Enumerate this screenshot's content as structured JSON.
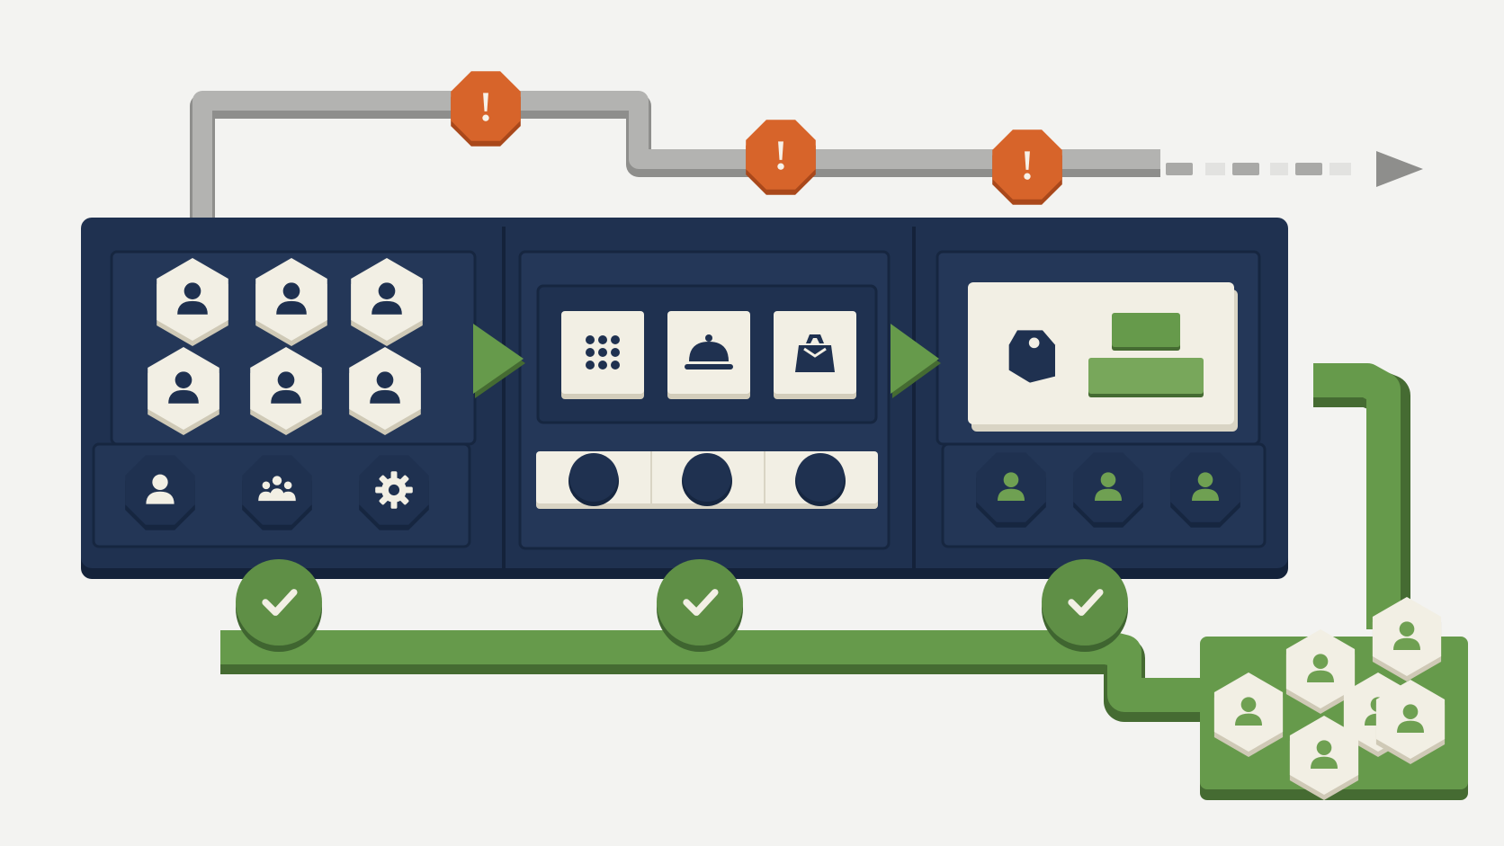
{
  "colors": {
    "background": "#f3f3f1",
    "navy": "#1f3150",
    "navy_dark": "#162640",
    "navy_light": "#2a3d5e",
    "cream": "#f2efe4",
    "green": "#5f8f46",
    "green_dark": "#456b32",
    "orange": "#d7642a",
    "gray_path": "#a9a9a7"
  },
  "stages": [
    {
      "id": "audience",
      "upper_tiles": [
        "person-icon",
        "person-icon",
        "person-icon",
        "person-icon",
        "person-icon",
        "person-icon"
      ],
      "lower_tiles": [
        "person-icon",
        "group-icon",
        "gear-icon"
      ]
    },
    {
      "id": "services",
      "upper_tiles": [
        "grid-icon",
        "cloche-icon",
        "bag-icon"
      ],
      "lower_tiles": [
        "dot-icon",
        "dot-icon",
        "dot-icon"
      ]
    },
    {
      "id": "offer",
      "upper_tiles": [
        "price-tag-icon",
        "bar-short-icon",
        "bar-long-icon"
      ],
      "lower_tiles": [
        "person-icon",
        "person-icon",
        "person-icon"
      ]
    }
  ],
  "stage_arrows": [
    "right-arrow-icon",
    "right-arrow-icon"
  ],
  "warning_path": {
    "markers": [
      "exclamation-icon",
      "exclamation-icon",
      "exclamation-icon"
    ],
    "ending": "dashed-arrow-icon"
  },
  "success_path": {
    "markers": [
      "check-icon",
      "check-icon",
      "check-icon"
    ],
    "destination_tiles": [
      "person-icon",
      "person-icon",
      "person-icon",
      "person-icon",
      "person-icon",
      "person-icon"
    ]
  }
}
